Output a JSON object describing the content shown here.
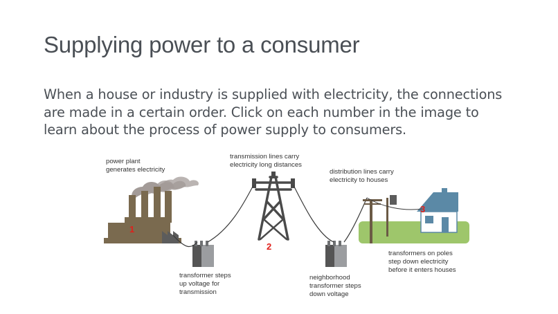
{
  "slide": {
    "title": "Supplying power to a consumer",
    "body_lines": [
      "When a house or industry is supplied with electricity, the connections",
      "are made in a certain order. Click on each number in the image to",
      "learn about the process of power supply to consumers."
    ]
  },
  "diagram": {
    "labels": {
      "power_plant": [
        "power plant",
        "generates electricity"
      ],
      "transmission_lines": [
        "transmission lines carry",
        "electricity long distances"
      ],
      "distribution_lines": [
        "distribution lines carry",
        "electricity to houses"
      ],
      "step_up_transformer": [
        "transformer steps",
        "up voltage for",
        "transmission"
      ],
      "neighborhood_transformer": [
        "neighborhood",
        "transformer steps",
        "down voltage"
      ],
      "pole_transformers": [
        "transformers on poles",
        "step down electricity",
        "before it enters houses"
      ]
    },
    "hotspots": [
      "1",
      "2",
      "3"
    ],
    "colors": {
      "factory": "#7a6a4f",
      "smoke": "#a39b98",
      "tower": "#4a4a4a",
      "transformer": "#6f7173",
      "grass": "#9ec66b",
      "house_roof": "#5b89a6",
      "house_wall": "#ffffff",
      "pole": "#6b5a45",
      "hotspot": "#e0201b"
    }
  }
}
